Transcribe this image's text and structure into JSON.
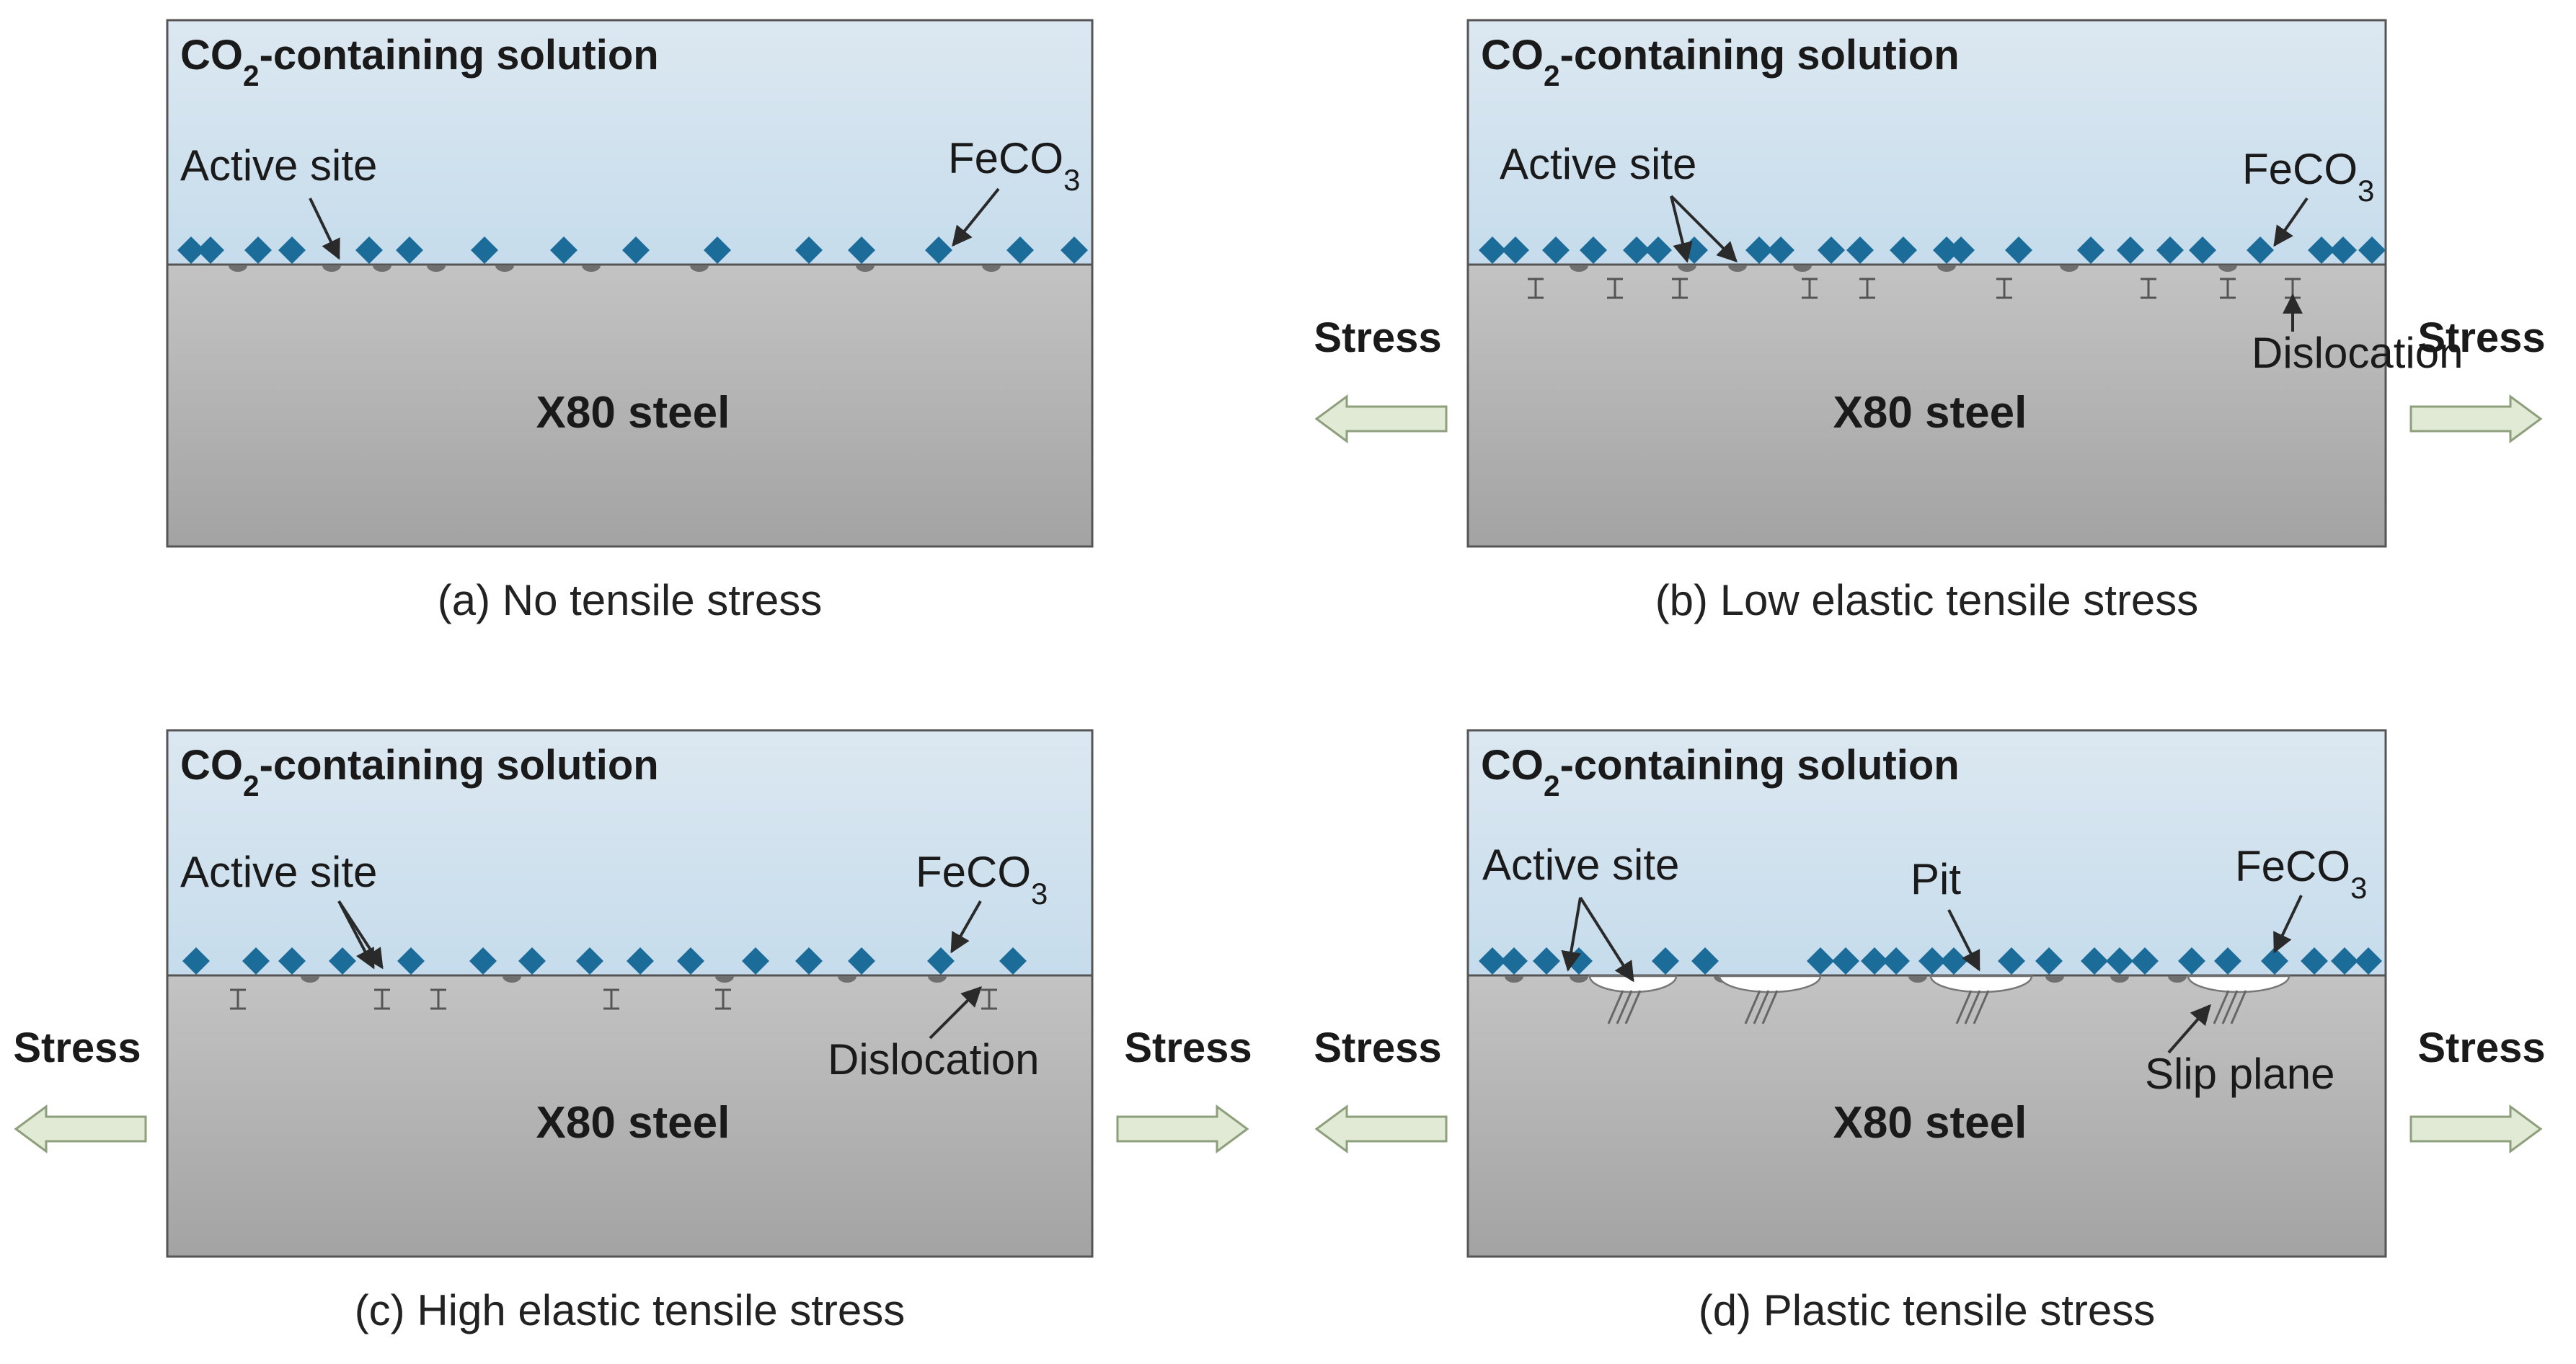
{
  "colors": {
    "solution_top": "#dce8f1",
    "solution_bottom": "#c6dcec",
    "steel_top": "#c3c3c3",
    "steel_bottom": "#a3a3a3",
    "crystal": "#1c6c9a",
    "arrow_fill": "#e1ead4",
    "arrow_stroke": "#8e9f7c",
    "outline": "#555555"
  },
  "icons": {
    "crystal": "diamond-icon",
    "dislocation": "t-shape-icon",
    "active_site": "semicircle-icon",
    "pit": "ellipse-icon",
    "stress_arrow": "block-arrow-icon"
  },
  "panels": [
    {
      "id": "a",
      "solution_label": [
        "CO",
        "2",
        "-containing solution"
      ],
      "steel_label": "X80 steel",
      "caption": "(a) No tensile stress",
      "active_site_label": "Active site",
      "feco3_label": [
        "FeCO",
        "3"
      ],
      "dislocation_label": "",
      "slip_plane_label": "",
      "pit_label": "",
      "stress_left": "",
      "stress_right": ""
    },
    {
      "id": "b",
      "solution_label": [
        "CO",
        "2",
        "-containing solution"
      ],
      "steel_label": "X80 steel",
      "caption": "(b) Low elastic tensile stress",
      "active_site_label": "Active site",
      "feco3_label": [
        "FeCO",
        "3"
      ],
      "dislocation_label": "Dislocation",
      "slip_plane_label": "",
      "pit_label": "",
      "stress_left": "Stress",
      "stress_right": "Stress"
    },
    {
      "id": "c",
      "solution_label": [
        "CO",
        "2",
        "-containing solution"
      ],
      "steel_label": "X80 steel",
      "caption": "(c) High elastic tensile stress",
      "active_site_label": "Active site",
      "feco3_label": [
        "FeCO",
        "3"
      ],
      "dislocation_label": "Dislocation",
      "slip_plane_label": "",
      "pit_label": "",
      "stress_left": "Stress",
      "stress_right": "Stress"
    },
    {
      "id": "d",
      "solution_label": [
        "CO",
        "2",
        "-containing solution"
      ],
      "steel_label": "X80 steel",
      "caption": "(d) Plastic tensile stress",
      "active_site_label": "Active site",
      "feco3_label": [
        "FeCO",
        "3"
      ],
      "dislocation_label": "",
      "slip_plane_label": "Slip plane",
      "pit_label": "Pit",
      "stress_left": "Stress",
      "stress_right": "Stress"
    }
  ]
}
